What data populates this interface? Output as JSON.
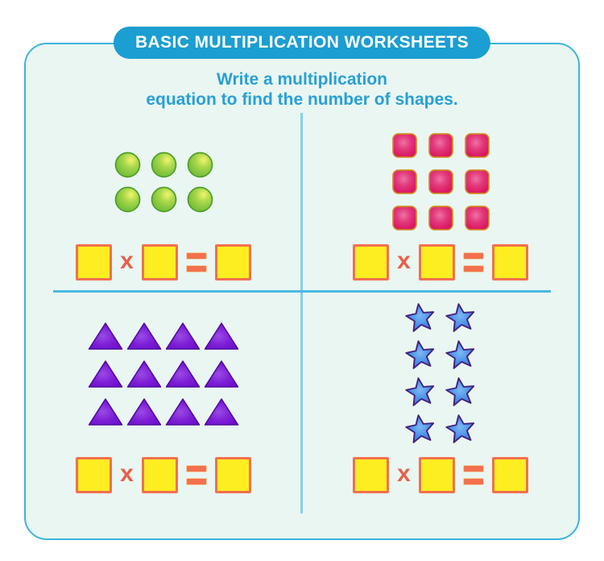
{
  "header": {
    "title": "BASIC MULTIPLICATION WORKSHEETS"
  },
  "instruction": {
    "line1": "Write a multiplication",
    "line2": "equation to find the number of shapes."
  },
  "equation": {
    "factor1": "",
    "operator": "x",
    "factor2": "",
    "equals": "=",
    "product": ""
  },
  "quadrants": [
    {
      "name": "circles",
      "shape": {
        "type": "circle",
        "name": "green-circle",
        "fill": "#7bc13c",
        "highlight": "#eff361",
        "stroke": "#4f9e28"
      },
      "grid": {
        "rows": 2,
        "columns": 3
      },
      "count": 6
    },
    {
      "name": "squares",
      "shape": {
        "type": "square",
        "name": "pink-square",
        "fill": "#da1560",
        "highlight": "#ef72a2",
        "stroke": "#d0861d"
      },
      "grid": {
        "rows": 3,
        "columns": 3
      },
      "count": 9
    },
    {
      "name": "triangles",
      "shape": {
        "type": "triangle",
        "name": "purple-triangle",
        "fill": "#6c0fce",
        "highlight": "#9a4ae4",
        "stroke": "#4c0a9c"
      },
      "grid": {
        "rows": 3,
        "columns": 4
      },
      "count": 12
    },
    {
      "name": "stars",
      "shape": {
        "type": "star",
        "name": "blue-star",
        "fill": "#2b78de",
        "highlight": "#7cb9f3",
        "stroke": "#45217f"
      },
      "grid": {
        "rows": 4,
        "columns": 2
      },
      "count": 8
    }
  ],
  "colors": {
    "page_background": "#ffffff",
    "worksheet_background": "#eaf6f2",
    "worksheet_border": "#3db4dd",
    "banner_background": "#1b9ed2",
    "banner_text": "#ffffff",
    "instruction_text": "#28a0d5",
    "divider_horizontal": "#4ab9e2",
    "divider_vertical": "#82d2ea",
    "answer_box_fill": "#fdee21",
    "answer_box_border": "#f3704e",
    "operator_text": "#e8604a"
  }
}
